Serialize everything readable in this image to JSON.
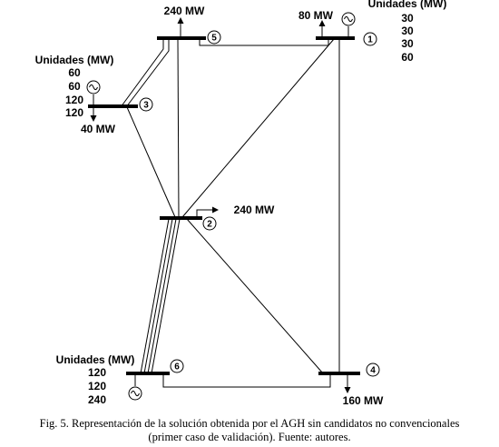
{
  "buses": [
    {
      "id": "bus-1",
      "number": "1"
    },
    {
      "id": "bus-2",
      "number": "2"
    },
    {
      "id": "bus-3",
      "number": "3"
    },
    {
      "id": "bus-4",
      "number": "4"
    },
    {
      "id": "bus-5",
      "number": "5"
    },
    {
      "id": "bus-6",
      "number": "6"
    }
  ],
  "loads": {
    "bus5": "240 MW",
    "bus1": "80 MW",
    "bus3": "40 MW",
    "bus2": "240 MW",
    "bus4": "160 MW"
  },
  "generators": {
    "bus1": {
      "title": "Unidades (MW)",
      "units": [
        "30",
        "30",
        "30",
        "60"
      ]
    },
    "bus3": {
      "title": "Unidades (MW)",
      "units": [
        "60",
        "60",
        "120",
        "120"
      ]
    },
    "bus6": {
      "title": "Unidades (MW)",
      "units": [
        "120",
        "120",
        "240"
      ]
    }
  },
  "caption": {
    "line1": "Fig. 5. Representación de la solución obtenida por el AGH sin candidatos no convencionales",
    "line2": "(primer caso de validación). Fuente: autores."
  }
}
